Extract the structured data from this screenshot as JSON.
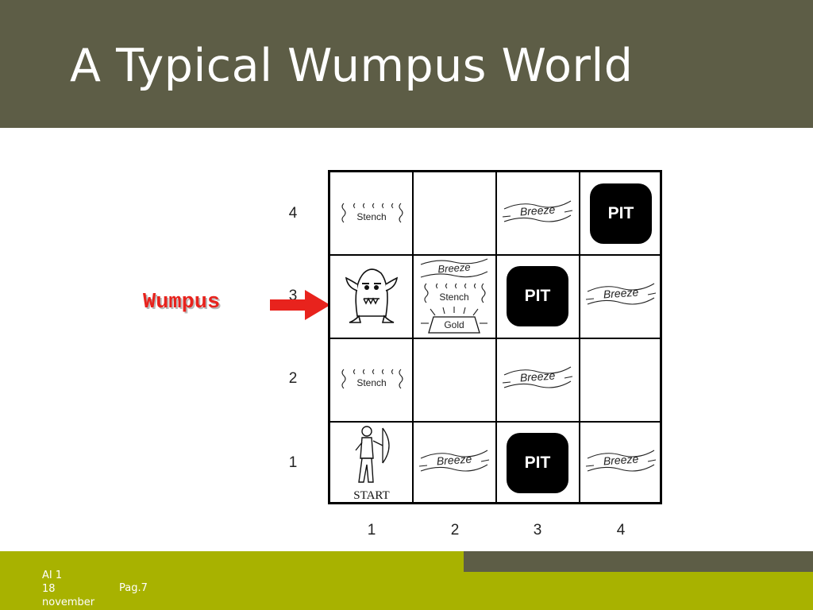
{
  "slide": {
    "title": "A Typical Wumpus World"
  },
  "grid": {
    "row_labels": [
      "4",
      "3",
      "2",
      "1"
    ],
    "col_labels": [
      "1",
      "2",
      "3",
      "4"
    ],
    "pit_label": "PIT",
    "breeze_label": "Breeze",
    "stench_label": "Stench",
    "gold_label": "Gold",
    "start_label": "START"
  },
  "annotation": {
    "wumpus_label": "Wumpus"
  },
  "footer": {
    "course": "AI 1",
    "date_day": "18",
    "date_month": "november",
    "page": "Pag.7"
  },
  "colors": {
    "title_bar": "#5d5d46",
    "footer_bar": "#a8b200",
    "wumpus_label": "#e8231d",
    "arrow": "#e8231d"
  }
}
